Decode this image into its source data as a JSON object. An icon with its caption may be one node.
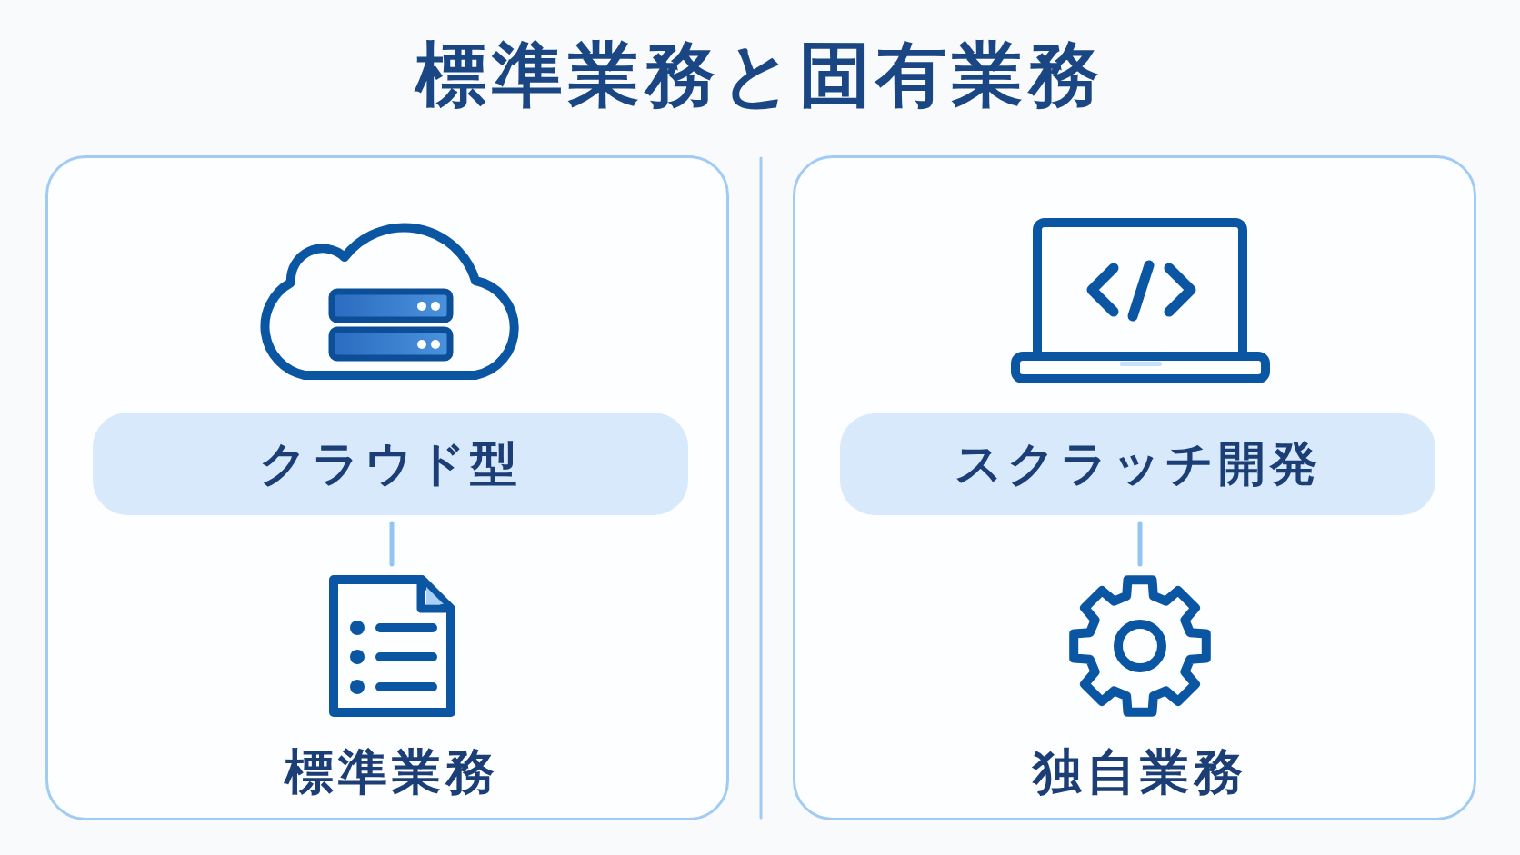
{
  "diagram": {
    "title": "標準業務と固有業務",
    "nodes": [
      {
        "text": [],
        "shape": "box"
      },
      {
        "text": [],
        "shape": "picture",
        "in": 0
      },
      {
        "text": [
          "クラウド型"
        ],
        "in": 0
      },
      {
        "text": [],
        "shape": "picture",
        "in": 0,
        "beside": [
          "標準業務"
        ]
      },
      {
        "text": [],
        "shape": "box"
      },
      {
        "text": [],
        "shape": "picture",
        "in": 4
      },
      {
        "text": [
          "スクラッチ開発"
        ],
        "in": 4
      },
      {
        "text": [],
        "shape": "picture",
        "in": 4,
        "beside": [
          "独自業務"
        ]
      }
    ],
    "edges": [
      {
        "from": 2,
        "to": 3,
        "arrow": "none"
      },
      {
        "from": 6,
        "to": 7,
        "arrow": "none"
      }
    ]
  }
}
